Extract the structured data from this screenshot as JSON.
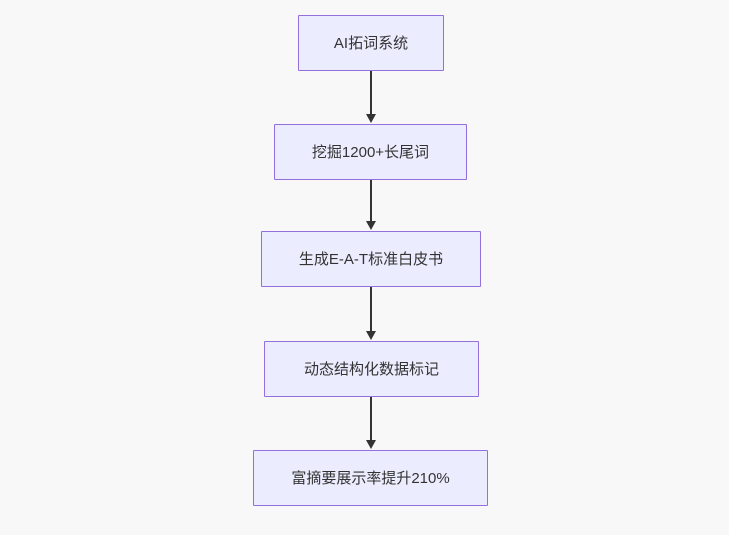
{
  "flowchart": {
    "type": "vertical-flow",
    "nodes": [
      {
        "id": "node-1",
        "label": "AI拓词系统"
      },
      {
        "id": "node-2",
        "label": "挖掘1200+长尾词"
      },
      {
        "id": "node-3",
        "label": "生成E-A-T标准白皮书"
      },
      {
        "id": "node-4",
        "label": "动态结构化数据标记"
      },
      {
        "id": "node-5",
        "label": "富摘要展示率提升210%"
      }
    ],
    "edges": [
      {
        "from": "node-1",
        "to": "node-2"
      },
      {
        "from": "node-2",
        "to": "node-3"
      },
      {
        "from": "node-3",
        "to": "node-4"
      },
      {
        "from": "node-4",
        "to": "node-5"
      }
    ],
    "colors": {
      "node_fill": "#ECECFF",
      "node_border": "#9370DB",
      "arrow": "#333333",
      "text": "#333333",
      "background": "#f8f8f8"
    }
  }
}
